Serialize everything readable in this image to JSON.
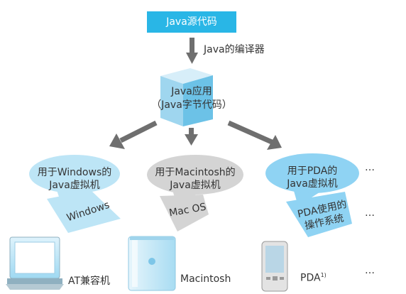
{
  "source_box": {
    "label": "Java源代码",
    "color": "#29b6e6"
  },
  "compiler_label": "Java的编译器",
  "app": {
    "line1": "Java应用",
    "line2": "（Java字节代码）"
  },
  "vms": [
    {
      "line1": "用于Windows的",
      "line2": "Java虚拟机",
      "os": "Windows",
      "device": "AT兼容机"
    },
    {
      "line1": "用于Macintosh的",
      "line2": "Java虚拟机",
      "os": "Mac OS",
      "device": "Macintosh"
    },
    {
      "line1": "用于PDA的",
      "line2": "Java虚拟机",
      "os_line1": "PDA使用的",
      "os_line2": "操作系统",
      "device": "PDA",
      "device_note": "1)"
    }
  ],
  "ellipsis": "…",
  "colors": {
    "blue_box": "#29b6e6",
    "light_blue": "#bde5f6",
    "blue_bubble": "#8fd3f3",
    "gray_bubble": "#d4d4d4",
    "arrow": "#6f6f6f"
  }
}
